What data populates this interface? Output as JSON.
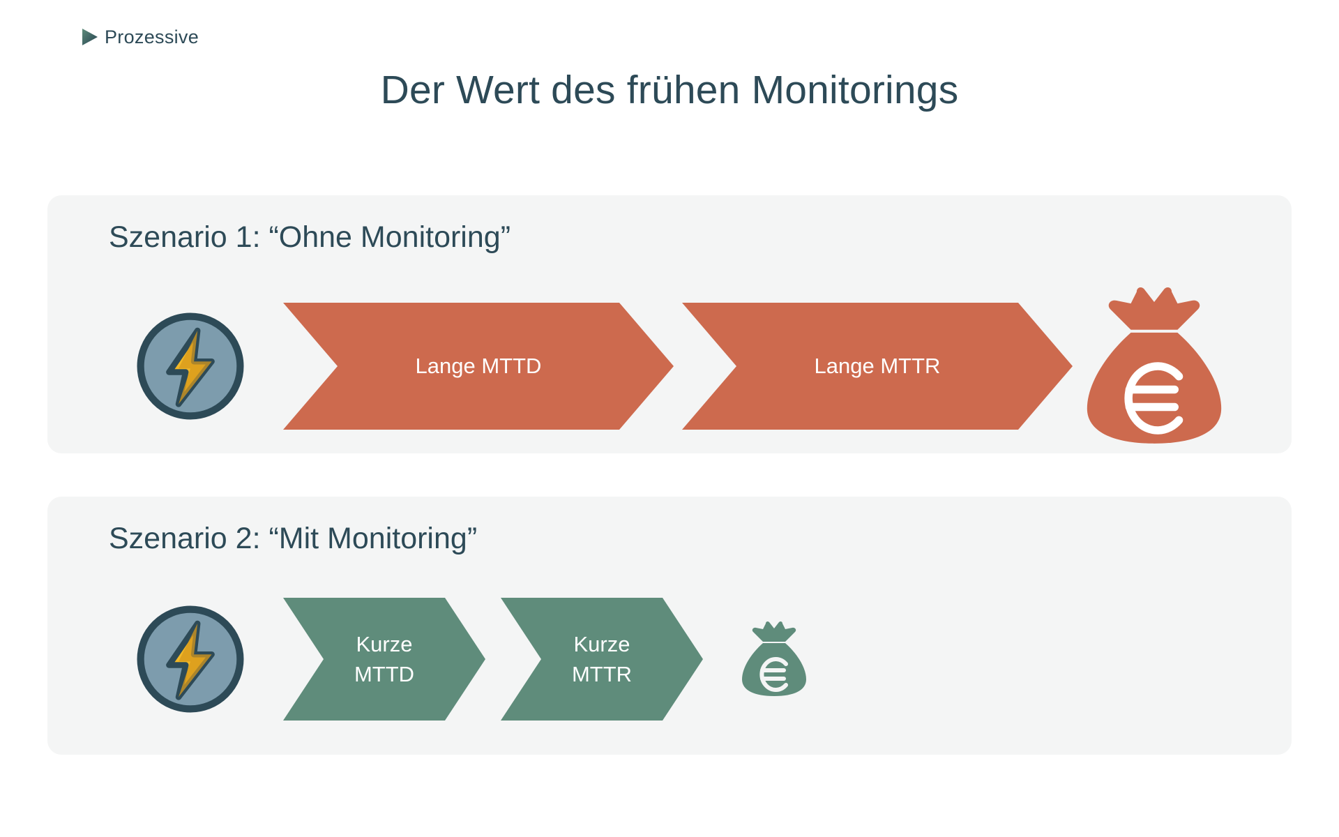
{
  "brand": {
    "name": "Prozessive",
    "logo_icon": "chevron-right-icon",
    "logo_color_start": "#5f8c7b",
    "logo_color_end": "#24414f"
  },
  "page": {
    "title": "Der Wert des frühen Monitorings",
    "title_color": "#2d4a57",
    "background": "#ffffff"
  },
  "palette": {
    "card_background": "#f4f5f5",
    "slow_accent": "#cd6a4e",
    "fast_accent": "#5f8c7b",
    "bolt_circle_fill": "#7d9cad",
    "bolt_circle_stroke": "#2d4a57",
    "bolt_fill": "#f2b827",
    "bolt_shade": "#d79a1c",
    "label_text": "#ffffff"
  },
  "scenarios": [
    {
      "id": "scenario-1",
      "title": "Szenario 1: “Ohne Monitoring”",
      "incident_icon": "lightning-bolt-icon",
      "accent": "#cd6a4e",
      "steps": [
        {
          "id": "mttd",
          "label": "Lange MTTD",
          "line1": "Lange MTTD",
          "line2": ""
        },
        {
          "id": "mttr",
          "label": "Lange MTTR",
          "line1": "Lange MTTR",
          "line2": ""
        }
      ],
      "outcome_icon": "money-bag-euro-icon",
      "outcome_size": "large"
    },
    {
      "id": "scenario-2",
      "title": "Szenario 2: “Mit Monitoring”",
      "incident_icon": "lightning-bolt-icon",
      "accent": "#5f8c7b",
      "steps": [
        {
          "id": "mttd",
          "label": "Kurze MTTD",
          "line1": "Kurze",
          "line2": "MTTD"
        },
        {
          "id": "mttr",
          "label": "Kurze MTTR",
          "line1": "Kurze",
          "line2": "MTTR"
        }
      ],
      "outcome_icon": "money-bag-euro-icon",
      "outcome_size": "small"
    }
  ]
}
